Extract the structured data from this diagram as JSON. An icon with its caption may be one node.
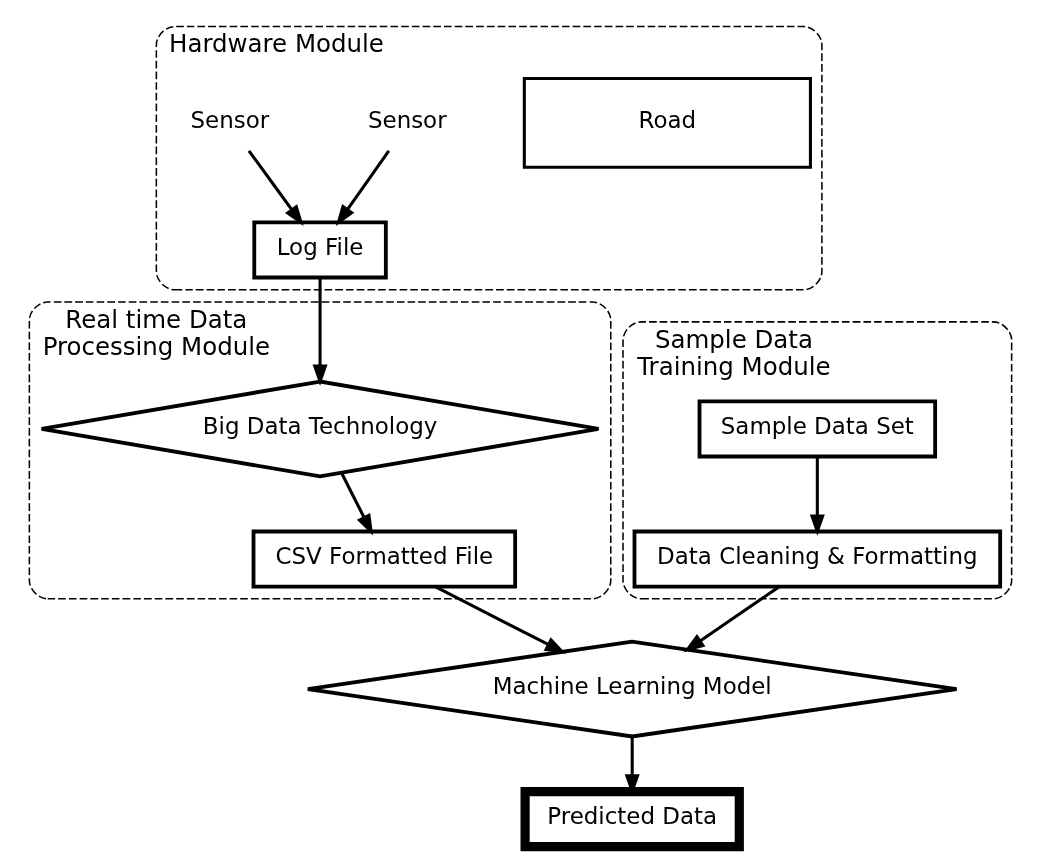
{
  "diagram": {
    "nodes": [
      {
        "text": [
          "Hardware Module"
        ]
      },
      {
        "text": [
          "Road"
        ],
        "in": 0
      },
      {
        "text": [
          "Sensor"
        ],
        "in": 0
      },
      {
        "text": [
          "Sensor"
        ],
        "in": 0
      },
      {
        "text": [
          "Log File"
        ],
        "in": 0
      },
      {
        "text": [
          "Real time Data Processing Module"
        ]
      },
      {
        "text": [
          "Big Data Technology"
        ],
        "in": 5
      },
      {
        "text": [
          "CSV Formatted File"
        ],
        "in": 5
      },
      {
        "text": [
          "Machine Learning Model"
        ]
      },
      {
        "text": [
          "Predicted Data"
        ]
      },
      {
        "text": [
          "Sample Data Training Module"
        ]
      },
      {
        "text": [
          "Sample Data Set"
        ],
        "in": 10
      },
      {
        "text": [
          "Data Cleaning & Formatting"
        ],
        "in": 10
      }
    ],
    "edges": [
      {
        "from": 2,
        "to": 4,
        "arrow": "to"
      },
      {
        "from": 3,
        "to": 4,
        "arrow": "to"
      },
      {
        "from": 4,
        "to": 6,
        "arrow": "to"
      },
      {
        "from": 6,
        "to": 7,
        "arrow": "to"
      },
      {
        "from": 7,
        "to": 8,
        "arrow": "to"
      },
      {
        "from": 12,
        "to": 8,
        "arrow": "to"
      },
      {
        "from": 8,
        "to": 9,
        "arrow": "to"
      },
      {
        "from": 11,
        "to": 12,
        "arrow": "to"
      }
    ]
  }
}
